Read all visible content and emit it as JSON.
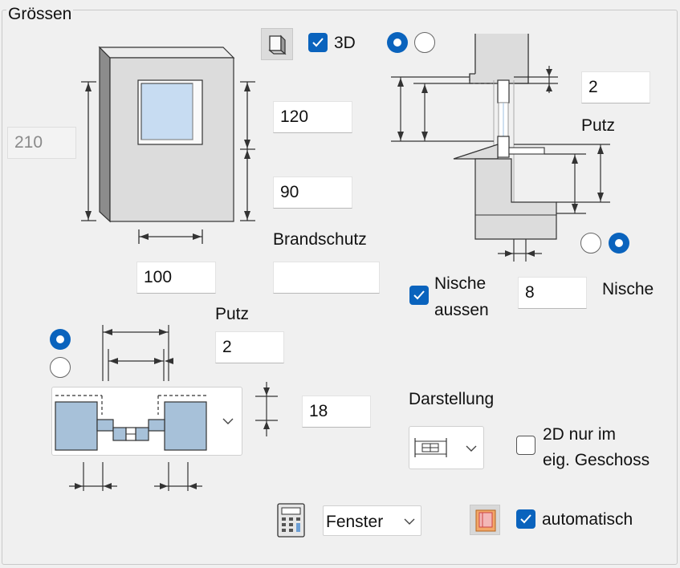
{
  "group_title": "Grössen",
  "colors": {
    "accent": "#0a63bd",
    "wall": "#dcdcdc",
    "glass": "#c7dcf2",
    "profile": "#a7c1d9"
  },
  "fields": {
    "height_total": "210",
    "upper_height": "120",
    "lower_height": "90",
    "width": "100",
    "fire_protection": "",
    "putz_top": "2",
    "putz_left": "2",
    "profile_depth": "18",
    "niche_value": "8"
  },
  "labels": {
    "three_d": "3D",
    "putz_right": "Putz",
    "brandschutz": "Brandschutz",
    "putz_left": "Putz",
    "nische_aussen_line1": "Nische",
    "nische_aussen_line2": "aussen",
    "nische": "Nische",
    "darstellung": "Darstellung",
    "only_2d_line1": "2D nur im",
    "only_2d_line2": "eig. Geschoss",
    "automatisch": "automatisch"
  },
  "checkboxes": {
    "three_d": true,
    "nische_aussen": true,
    "only_2d": false,
    "automatisch": true
  },
  "radios": {
    "view_top": "first",
    "section_bottom": "second",
    "profile": "first"
  },
  "type_select": {
    "selected": "Fenster"
  },
  "icons": {
    "view_toggle": "cube-view-icon",
    "calculator": "calculator-icon",
    "color": "color-swatch-icon",
    "chevron": "chevron-down-icon"
  }
}
